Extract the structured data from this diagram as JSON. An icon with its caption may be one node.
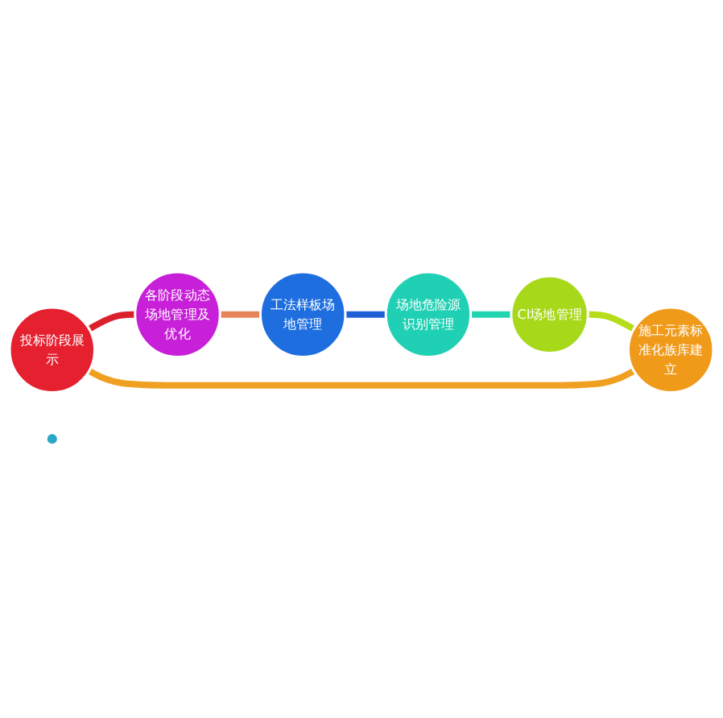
{
  "diagram": {
    "nodes": [
      {
        "text": [
          "投标阶段展示"
        ]
      },
      {
        "text": [
          "各阶段动态场地管理及优化"
        ]
      },
      {
        "text": [
          "工法样板场地管理"
        ]
      },
      {
        "text": [
          "场地危险源识别管理"
        ]
      },
      {
        "text": [
          "CI场地管理"
        ]
      },
      {
        "text": [
          "施工元素标准化族库建立"
        ]
      },
      {
        "text": [],
        "shape": "circle"
      }
    ],
    "edges": [
      {
        "from": 0,
        "to": 1,
        "arrow": "none",
        "color": "#d9202c"
      },
      {
        "from": 1,
        "to": 2,
        "arrow": "none",
        "color": "#e8845a"
      },
      {
        "from": 2,
        "to": 3,
        "arrow": "none",
        "color": "#1f5fd6"
      },
      {
        "from": 3,
        "to": 4,
        "arrow": "none",
        "color": "#22d3b0"
      },
      {
        "from": 4,
        "to": 5,
        "arrow": "none",
        "color": "#b6dc1a"
      },
      {
        "from": 5,
        "to": 0,
        "arrow": "none",
        "color": "#f0a020"
      }
    ]
  }
}
